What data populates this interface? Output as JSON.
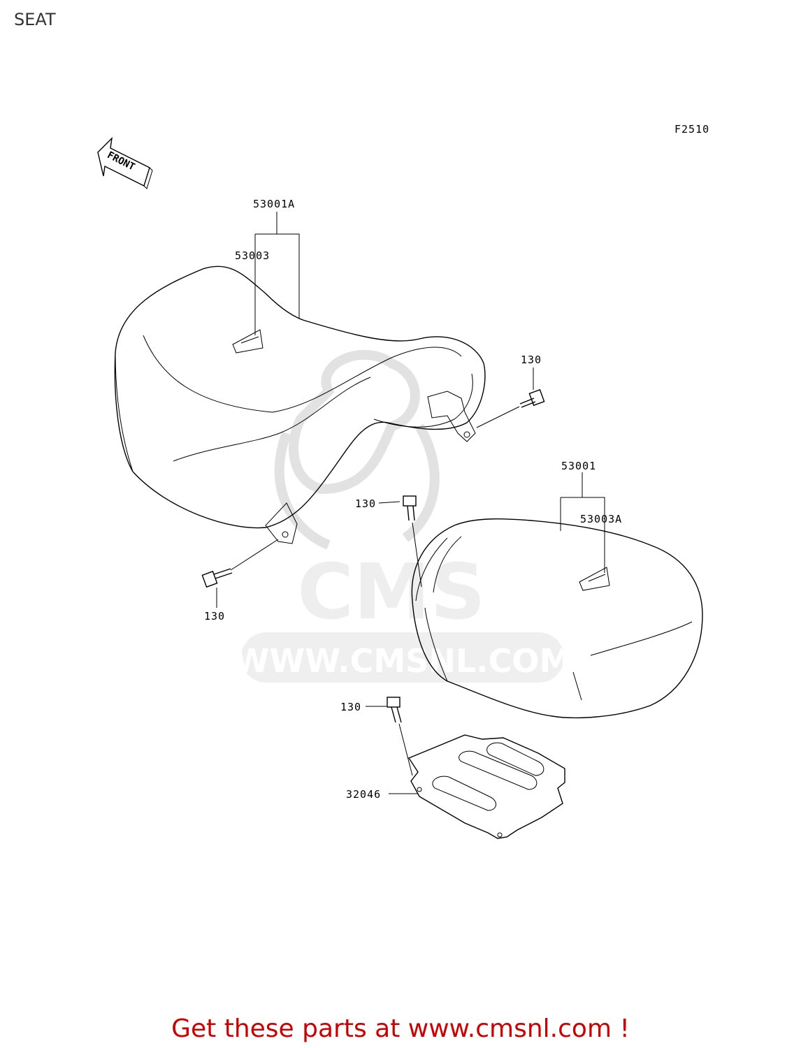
{
  "page": {
    "title": "SEAT"
  },
  "diagram": {
    "figure_code": "F2510",
    "front_label": "FRONT",
    "callouts": {
      "seat_front_assy": "53001A",
      "seat_front_cover": "53003",
      "seat_rear_assy": "53001",
      "seat_rear_cover": "53003A",
      "bolt_front_right": "130",
      "bolt_front_left": "130",
      "bolt_rear_top": "130",
      "bolt_rear_bottom": "130",
      "cover_plate": "32046"
    },
    "watermark": "WWW.CMSNL.COM",
    "watermark_logo": "CMS"
  },
  "footer": {
    "link_text": "Get these parts at www.cmsnl.com !"
  },
  "colors": {
    "link": "#cc0000",
    "watermark": "#e2e2e2",
    "lines": "#000000"
  }
}
